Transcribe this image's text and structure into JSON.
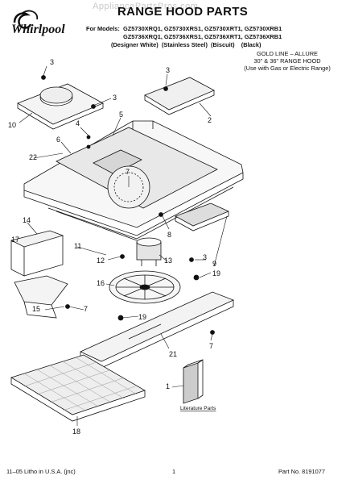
{
  "header": {
    "watermark": "AppliancePartsPros.com",
    "brand": "Whirlpool",
    "title": "RANGE HOOD PARTS",
    "models_label": "For Models:",
    "models_row1": "GZ5730XRQ1, GZ5730XRS1, GZ5730XRT1, GZ5730XRB1",
    "models_row2": "GZ5736XRQ1, GZ5736XRS1, GZ5736XRT1, GZ5736XRB1",
    "colors": "(Designer White)  (Stainless Steel)  (Biscuit)    (Black)"
  },
  "series": {
    "line1": "GOLD LINE – ALLURE",
    "line2": "30\" & 36\" RANGE HOOD",
    "line3": "(Use with Gas or Electric Range)"
  },
  "callouts": {
    "c3a": "3",
    "c10": "10",
    "c3b": "3",
    "c3c": "3",
    "c2": "2",
    "c5": "5",
    "c4": "4",
    "c6": "6",
    "c22": "22",
    "c7a": "7",
    "c8": "8",
    "c14": "14",
    "c17": "17",
    "c11": "11",
    "c12": "12",
    "c13": "13",
    "c3d": "3",
    "c9": "9",
    "c16": "16",
    "c19a": "19",
    "c15": "15",
    "c7b": "7",
    "c19b": "19",
    "c7c": "7",
    "c21": "21",
    "c1": "1",
    "c18": "18"
  },
  "literature_label": "Literature Parts",
  "footer": {
    "left": "11–05 Litho in U.S.A. (jnc)",
    "page": "1",
    "right": "Part No. 8191077"
  }
}
